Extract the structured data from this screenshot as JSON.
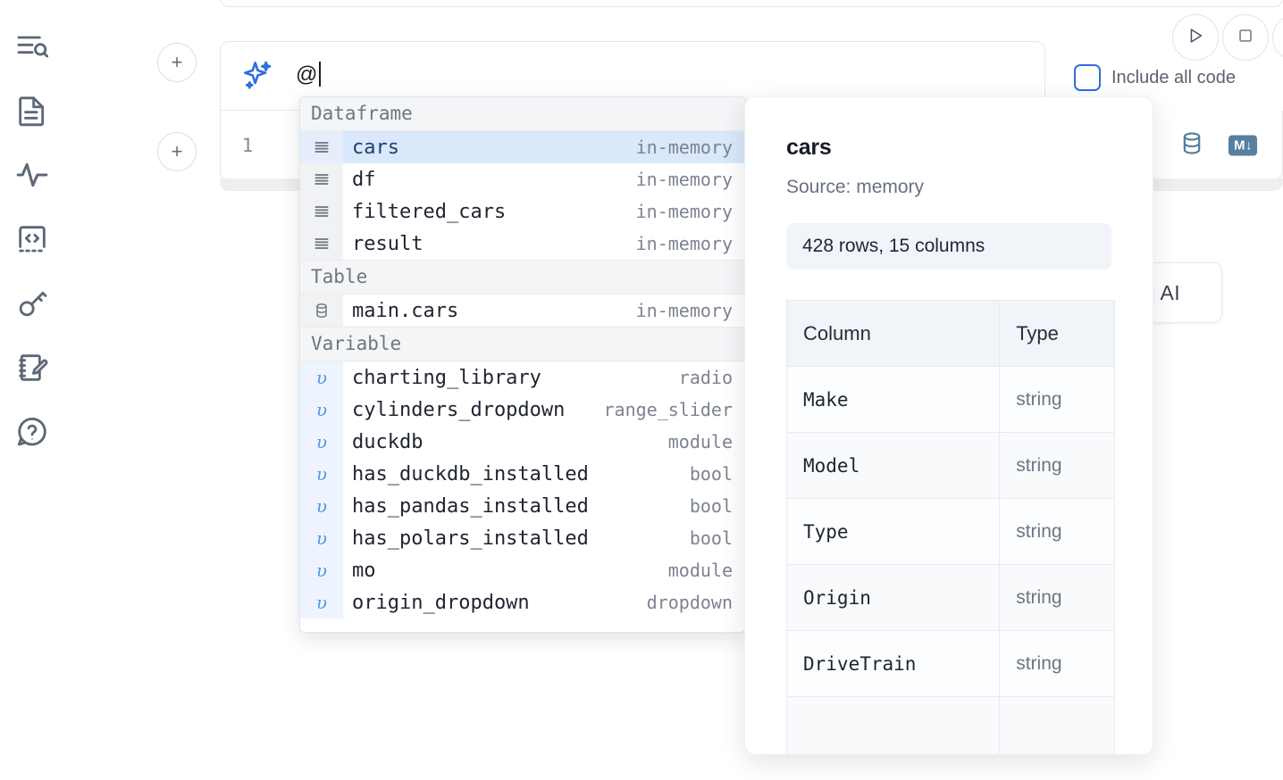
{
  "sidebar": {
    "items": [
      {
        "name": "explore-icon",
        "label": "Explore"
      },
      {
        "name": "document-icon",
        "label": "Notebook file"
      },
      {
        "name": "activity-icon",
        "label": "Running cells"
      },
      {
        "name": "code-embed-icon",
        "label": "Snippets"
      },
      {
        "name": "key-icon",
        "label": "Secrets"
      },
      {
        "name": "scratchpad-icon",
        "label": "Scratchpad"
      },
      {
        "name": "help-icon",
        "label": "Help"
      }
    ]
  },
  "toolbar": {
    "run_label": "Run",
    "stop_label": "Stop",
    "more_label": "More",
    "include_all_code_label": "Include all code",
    "include_all_code_checked": false
  },
  "prompt": {
    "value": "@",
    "sparkle_icon": "ai-sparkle-icon"
  },
  "cell": {
    "line_number": "1",
    "database_icon": "database-icon",
    "markdown_badge": "M",
    "markdown_badge_arrow": "↓"
  },
  "hidden_button": {
    "label": "h AI"
  },
  "autocomplete": {
    "groups": [
      {
        "label": "Dataframe",
        "items": [
          {
            "name": "cars",
            "type": "in-memory",
            "icon": "dataframe-icon",
            "selected": true
          },
          {
            "name": "df",
            "type": "in-memory",
            "icon": "dataframe-icon",
            "selected": false
          },
          {
            "name": "filtered_cars",
            "type": "in-memory",
            "icon": "dataframe-icon",
            "selected": false
          },
          {
            "name": "result",
            "type": "in-memory",
            "icon": "dataframe-icon",
            "selected": false
          }
        ]
      },
      {
        "label": "Table",
        "items": [
          {
            "name": "main.cars",
            "type": "in-memory",
            "icon": "table-icon",
            "selected": false
          }
        ]
      },
      {
        "label": "Variable",
        "items": [
          {
            "name": "charting_library",
            "type": "radio",
            "icon": "variable-icon",
            "selected": false
          },
          {
            "name": "cylinders_dropdown",
            "type": "range_slider",
            "icon": "variable-icon",
            "selected": false
          },
          {
            "name": "duckdb",
            "type": "module",
            "icon": "variable-icon",
            "selected": false
          },
          {
            "name": "has_duckdb_installed",
            "type": "bool",
            "icon": "variable-icon",
            "selected": false
          },
          {
            "name": "has_pandas_installed",
            "type": "bool",
            "icon": "variable-icon",
            "selected": false
          },
          {
            "name": "has_polars_installed",
            "type": "bool",
            "icon": "variable-icon",
            "selected": false
          },
          {
            "name": "mo",
            "type": "module",
            "icon": "variable-icon",
            "selected": false
          },
          {
            "name": "origin_dropdown",
            "type": "dropdown",
            "icon": "variable-icon",
            "selected": false
          }
        ]
      }
    ]
  },
  "preview": {
    "title": "cars",
    "source": "Source: memory",
    "shape": "428 rows, 15 columns",
    "columns_header": "Column",
    "type_header": "Type",
    "rows": [
      {
        "column": "Make",
        "type": "string"
      },
      {
        "column": "Model",
        "type": "string"
      },
      {
        "column": "Type",
        "type": "string"
      },
      {
        "column": "Origin",
        "type": "string"
      },
      {
        "column": "DriveTrain",
        "type": "string"
      }
    ]
  },
  "colors": {
    "accent_blue": "#2f6fe0",
    "selection_blue": "#d9e8fb",
    "icon_slate": "#5d6779",
    "db_icon": "#55809f"
  }
}
